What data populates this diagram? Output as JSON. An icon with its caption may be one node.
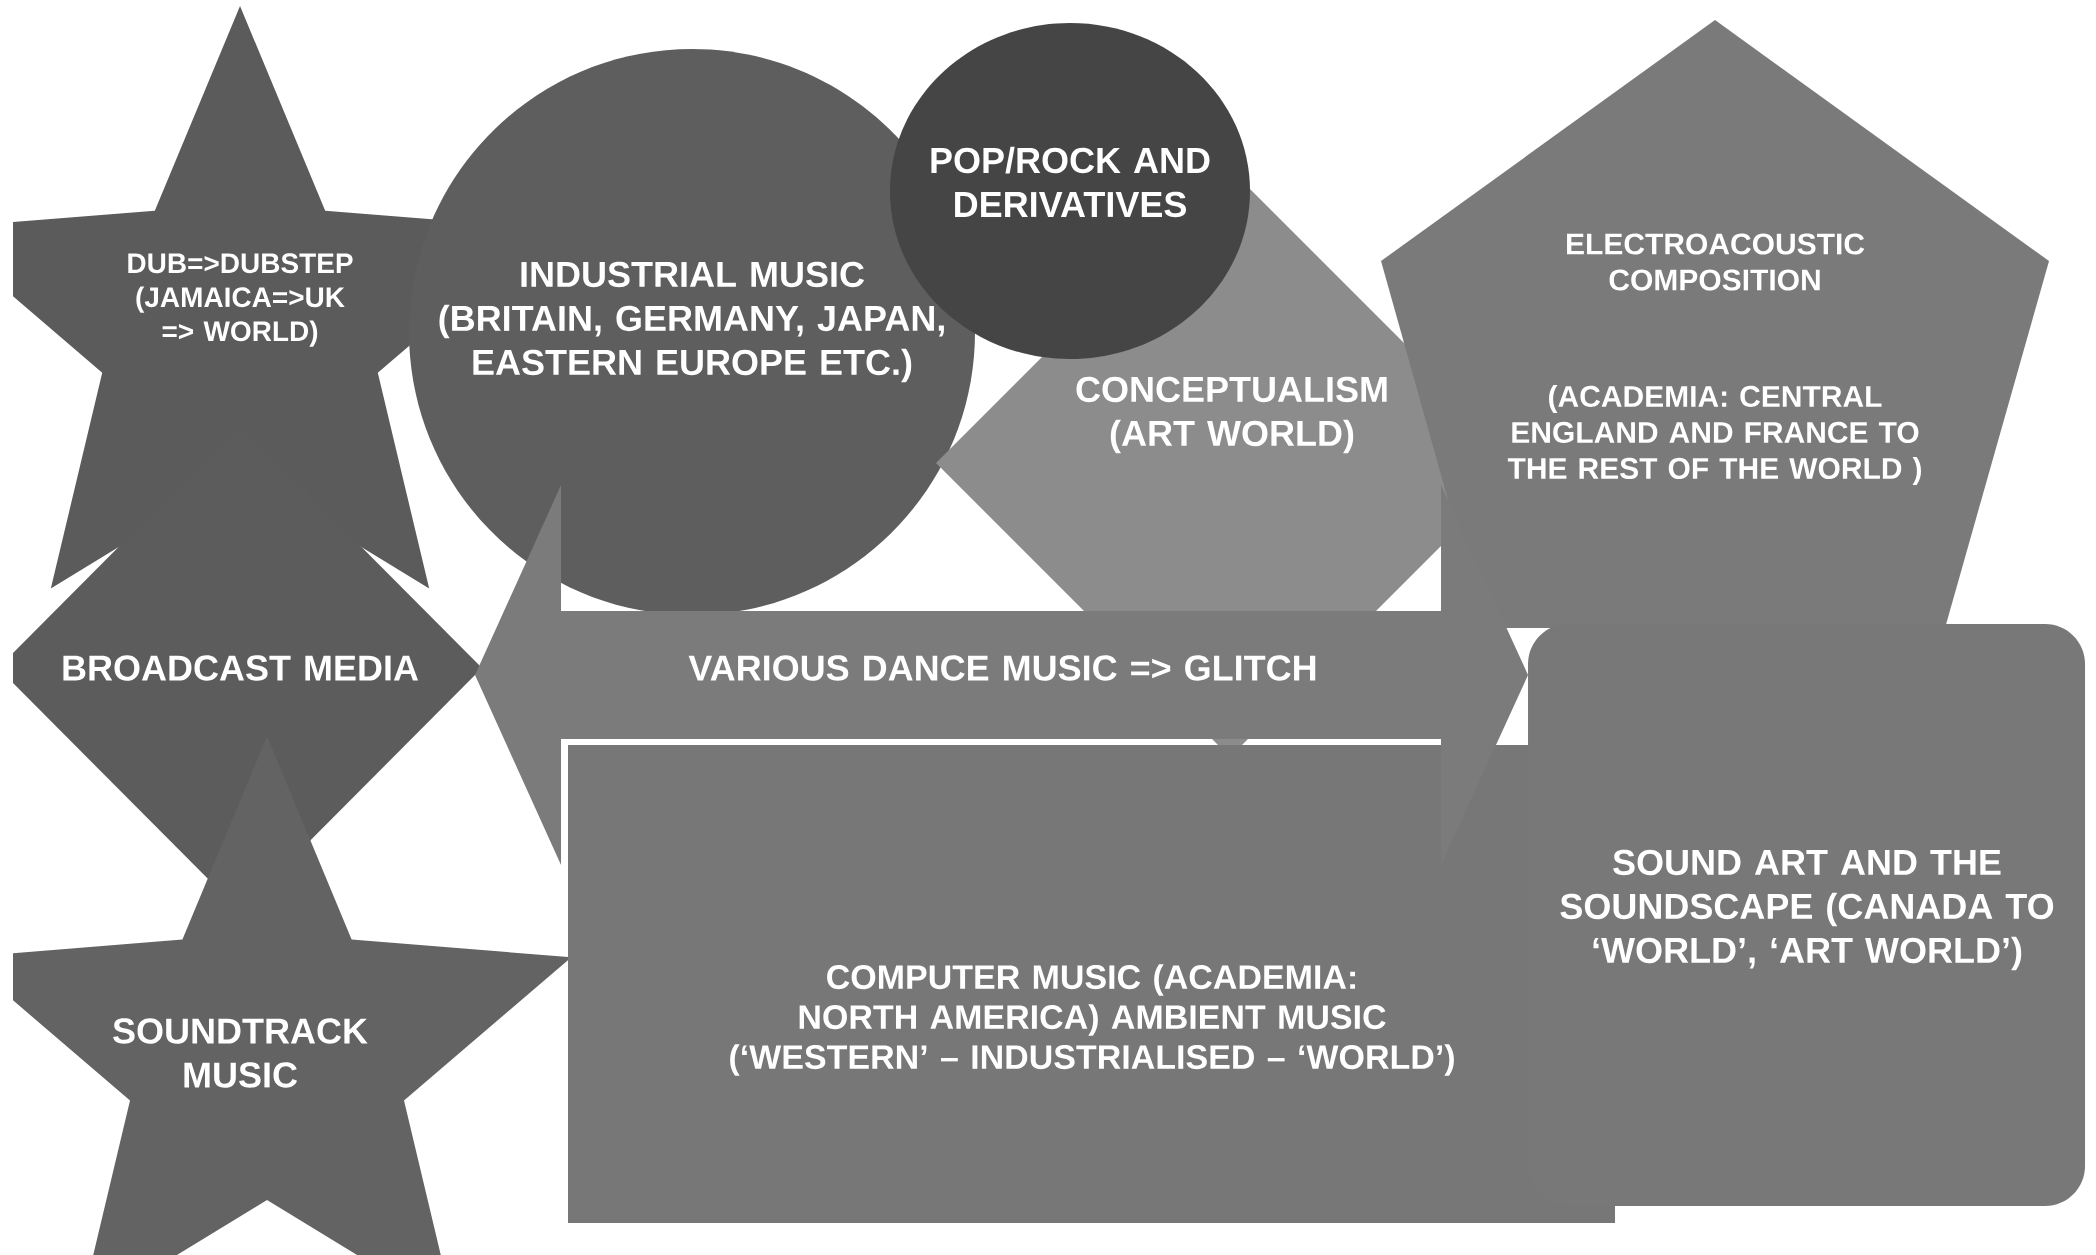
{
  "diagram": {
    "nodes": [
      {
        "text": [
          "DUB=>DUBSTEP (JAMAICA=>UK => WORLD)"
        ]
      },
      {
        "text": [
          "INDUSTRIAL MUSIC (BRITAIN, GERMANY, JAPAN, EASTERN EUROPE ETC.)"
        ]
      },
      {
        "text": [
          "POP/ROCK AND DERIVATIVES"
        ]
      },
      {
        "text": [
          "CONCEPTUALISM (ART WORLD)"
        ]
      },
      {
        "text": [
          "ELECTROACOUSTIC COMPOSITION",
          "(ACADEMIA: CENTRAL ENGLAND AND FRANCE TO THE REST OF THE WORLD )"
        ]
      },
      {
        "text": [
          "BROADCAST MEDIA"
        ]
      },
      {
        "text": [
          "VARIOUS DANCE MUSIC => GLITCH"
        ]
      },
      {
        "text": [
          "COMPUTER MUSIC (ACADEMIA: NORTH AMERICA) AMBIENT MUSIC (‘WESTERN’ – INDUSTRIALISED – ‘WORLD’)"
        ]
      },
      {
        "text": [
          "SOUND ART AND THE SOUNDSCAPE (CANADA TO ‘WORLD’, ‘ART WORLD’)"
        ]
      },
      {
        "text": [
          "SOUNDTRACK MUSIC"
        ]
      }
    ]
  }
}
